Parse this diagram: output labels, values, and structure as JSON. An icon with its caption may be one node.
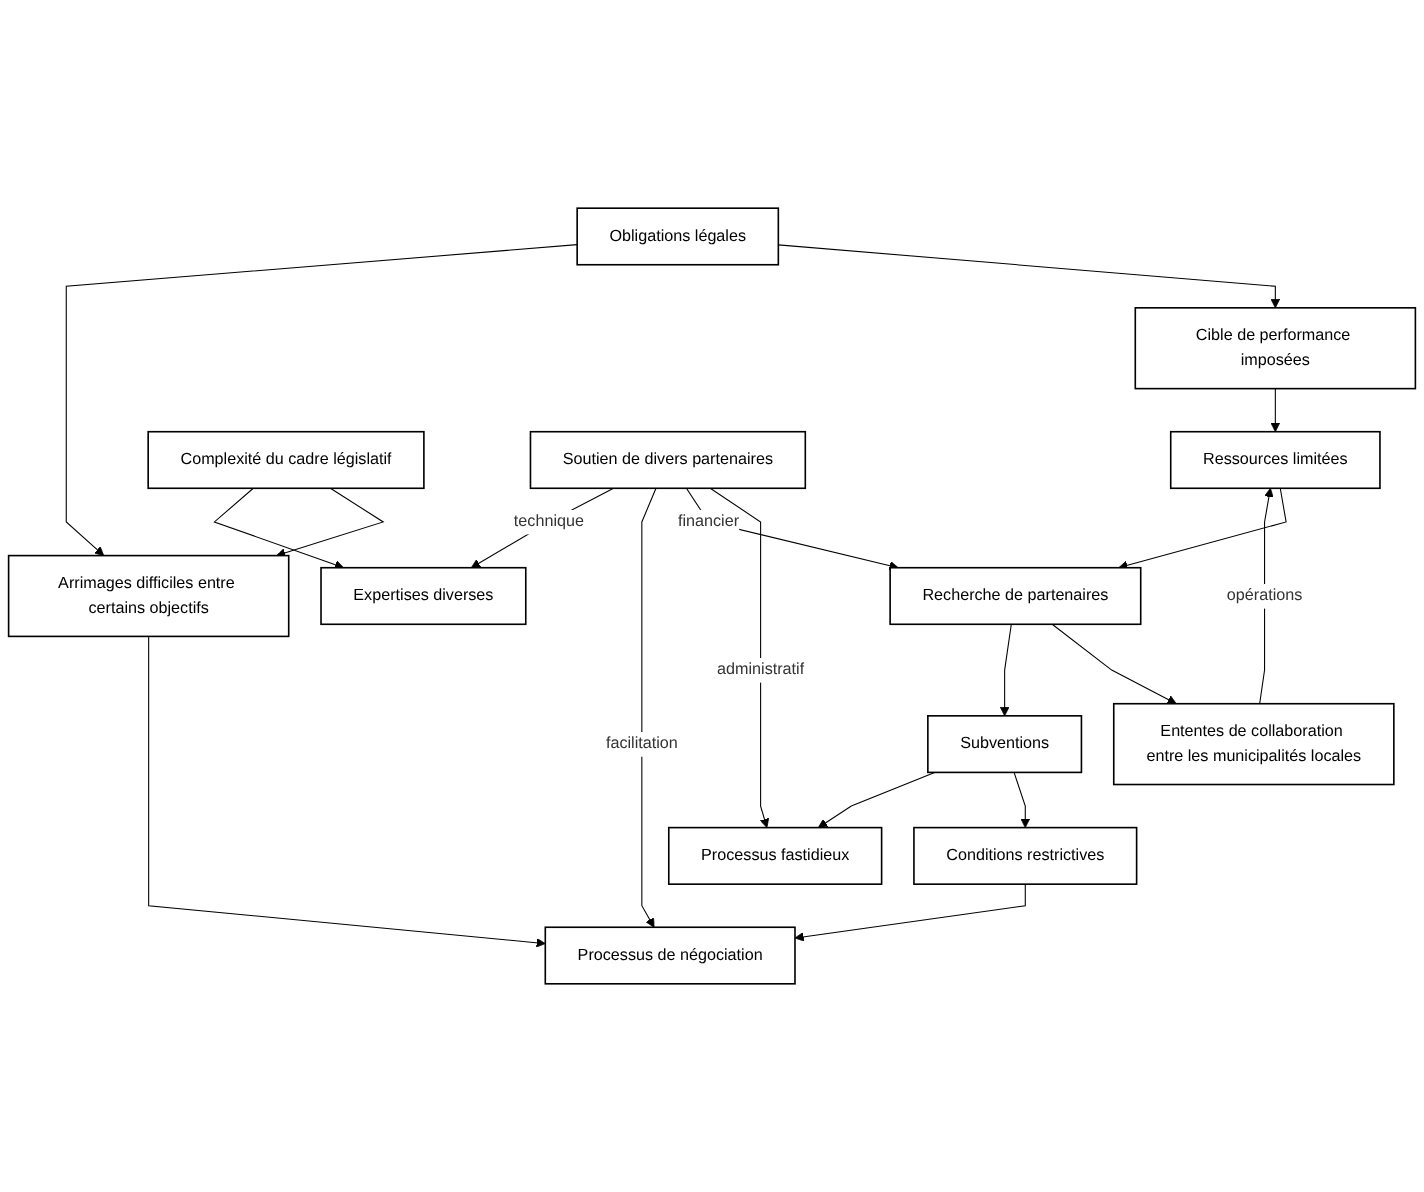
{
  "diagram": {
    "nodes": [
      {
        "text": [
          "Ressources limitées"
        ]
      },
      {
        "text": [
          "Cible de performance imposées"
        ]
      },
      {
        "text": [
          "Obligations légales"
        ]
      },
      {
        "text": [
          "Arrimages difficiles entre certains objectifs"
        ]
      },
      {
        "text": [
          "Recherche de partenaires"
        ]
      },
      {
        "text": [
          "Ententes de collaboration entre les municipalités locales"
        ]
      },
      {
        "text": [
          "Complexité du cadre législatif"
        ]
      },
      {
        "text": [
          "Subventions"
        ]
      },
      {
        "text": [
          "Conditions restrictives"
        ]
      },
      {
        "text": [
          "Processus de négociation"
        ]
      },
      {
        "text": [
          "Expertises diverses"
        ]
      },
      {
        "text": [
          "Processus fastidieux"
        ]
      },
      {
        "text": [
          "Soutien de divers partenaires"
        ]
      }
    ],
    "edges": [
      {
        "from": 1,
        "to": 0,
        "arrow": "to"
      },
      {
        "from": 2,
        "to": 1,
        "arrow": "to"
      },
      {
        "from": 2,
        "to": 3,
        "arrow": "to"
      },
      {
        "from": 0,
        "to": 4,
        "arrow": "to"
      },
      {
        "from": 5,
        "to": 0,
        "arrow": "to",
        "label": "opérations"
      },
      {
        "from": 4,
        "to": 5,
        "arrow": "to"
      },
      {
        "from": 4,
        "to": 7,
        "arrow": "to"
      },
      {
        "from": 6,
        "to": 3,
        "arrow": "to"
      },
      {
        "from": 6,
        "to": 10,
        "arrow": "to"
      },
      {
        "from": 3,
        "to": 9,
        "arrow": "to"
      },
      {
        "from": 7,
        "to": 8,
        "arrow": "to"
      },
      {
        "from": 7,
        "to": 11,
        "arrow": "to"
      },
      {
        "from": 8,
        "to": 9,
        "arrow": "to"
      },
      {
        "from": 12,
        "to": 11,
        "arrow": "to",
        "label": "administratif"
      },
      {
        "from": 12,
        "to": 4,
        "arrow": "to",
        "label": "financier"
      },
      {
        "from": 12,
        "to": 9,
        "arrow": "to",
        "label": "facilitation"
      },
      {
        "from": 12,
        "to": 10,
        "arrow": "to",
        "label": "technique"
      }
    ]
  }
}
